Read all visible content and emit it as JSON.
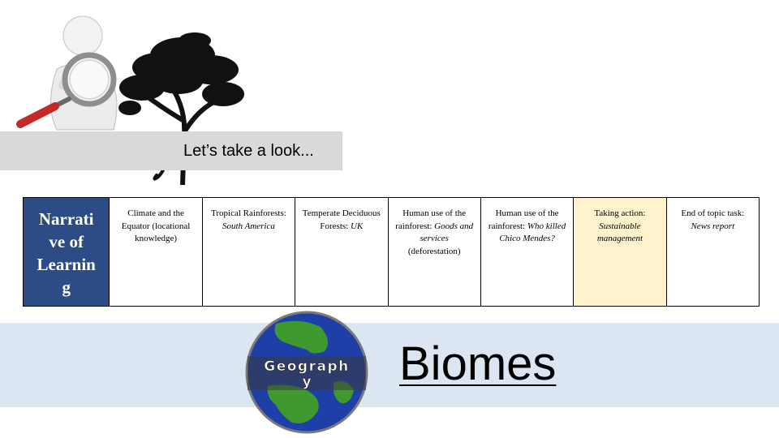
{
  "look_caption": "Let’s take a look...",
  "narrative": {
    "title": "Narrative of Learning",
    "title_lines": [
      "Narrati",
      "ve of",
      "Learnin",
      "g"
    ],
    "header_color": "#2d4b85",
    "highlight_color": "#fff2cc",
    "cells": [
      {
        "plain": "Climate and the Equator (locational knowledge)",
        "italic": ""
      },
      {
        "plain": "Tropical Rainforests: ",
        "italic": "South America"
      },
      {
        "plain": "Temperate Deciduous Forests: ",
        "italic": "UK"
      },
      {
        "plain": "Human use of the rainforest: ",
        "italic": "Goods and services",
        "plain_after": " (deforestation)"
      },
      {
        "plain": "Human use of the rainforest: ",
        "italic": "Who killed Chico Mendes?"
      },
      {
        "plain": "Taking action: ",
        "italic": "Sustainable management",
        "highlighted": true
      },
      {
        "plain": "End of topic task: ",
        "italic": "News report"
      }
    ]
  },
  "globe_label_lines": [
    "Geograph",
    "y"
  ],
  "title": "Biomes",
  "band_color": "#dce6f2"
}
